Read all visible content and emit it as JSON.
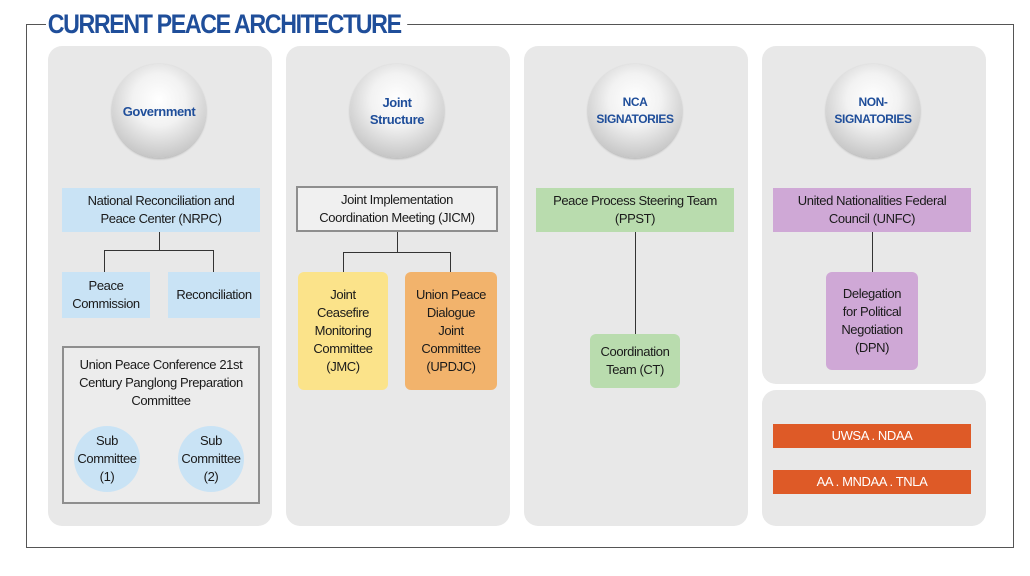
{
  "title": "CURRENT PEACE ARCHITECTURE",
  "columns": {
    "government": {
      "header": "Government",
      "nrpc": "National Reconciliation and\nPeace Center (NRPC)",
      "peace_commission": "Peace\nCommission",
      "reconciliation": "Reconciliation",
      "union_conf": "Union Peace Conference 21st\nCentury Panglong Preparation\nCommittee",
      "sub1": "Sub\nCommittee\n(1)",
      "sub2": "Sub\nCommittee\n(2)"
    },
    "joint": {
      "header": "Joint\nStructure",
      "jicm": "Joint Implementation\nCoordination Meeting (JICM)",
      "jmc": "Joint\nCeasefire\nMonitoring\nCommittee\n(JMC)",
      "updjc": "Union Peace\nDialogue\nJoint\nCommittee\n(UPDJC)"
    },
    "nca": {
      "header": "NCA\nSIGNATORIES",
      "ppst": "Peace Process Steering Team\n(PPST)",
      "ct": "Coordination\nTeam (CT)"
    },
    "non_signatories": {
      "header": "NON-\nSIGNATORIES",
      "unfc": "United Nationalities Federal\nCouncil (UNFC)",
      "dpn": "Delegation\nfor Political\nNegotiation\n(DPN)",
      "groups": [
        "UWSA . NDAA",
        "AA . MNDAA . TNLA"
      ]
    }
  },
  "colors": {
    "title": "#1f4e9a",
    "light_blue": "#c9e3f5",
    "yellow": "#fbe38a",
    "orange": "#f2b36c",
    "green": "#b9dcae",
    "purple": "#cfa8d6",
    "red_orange": "#de5a27",
    "panel_gray": "#e8e8e8"
  }
}
